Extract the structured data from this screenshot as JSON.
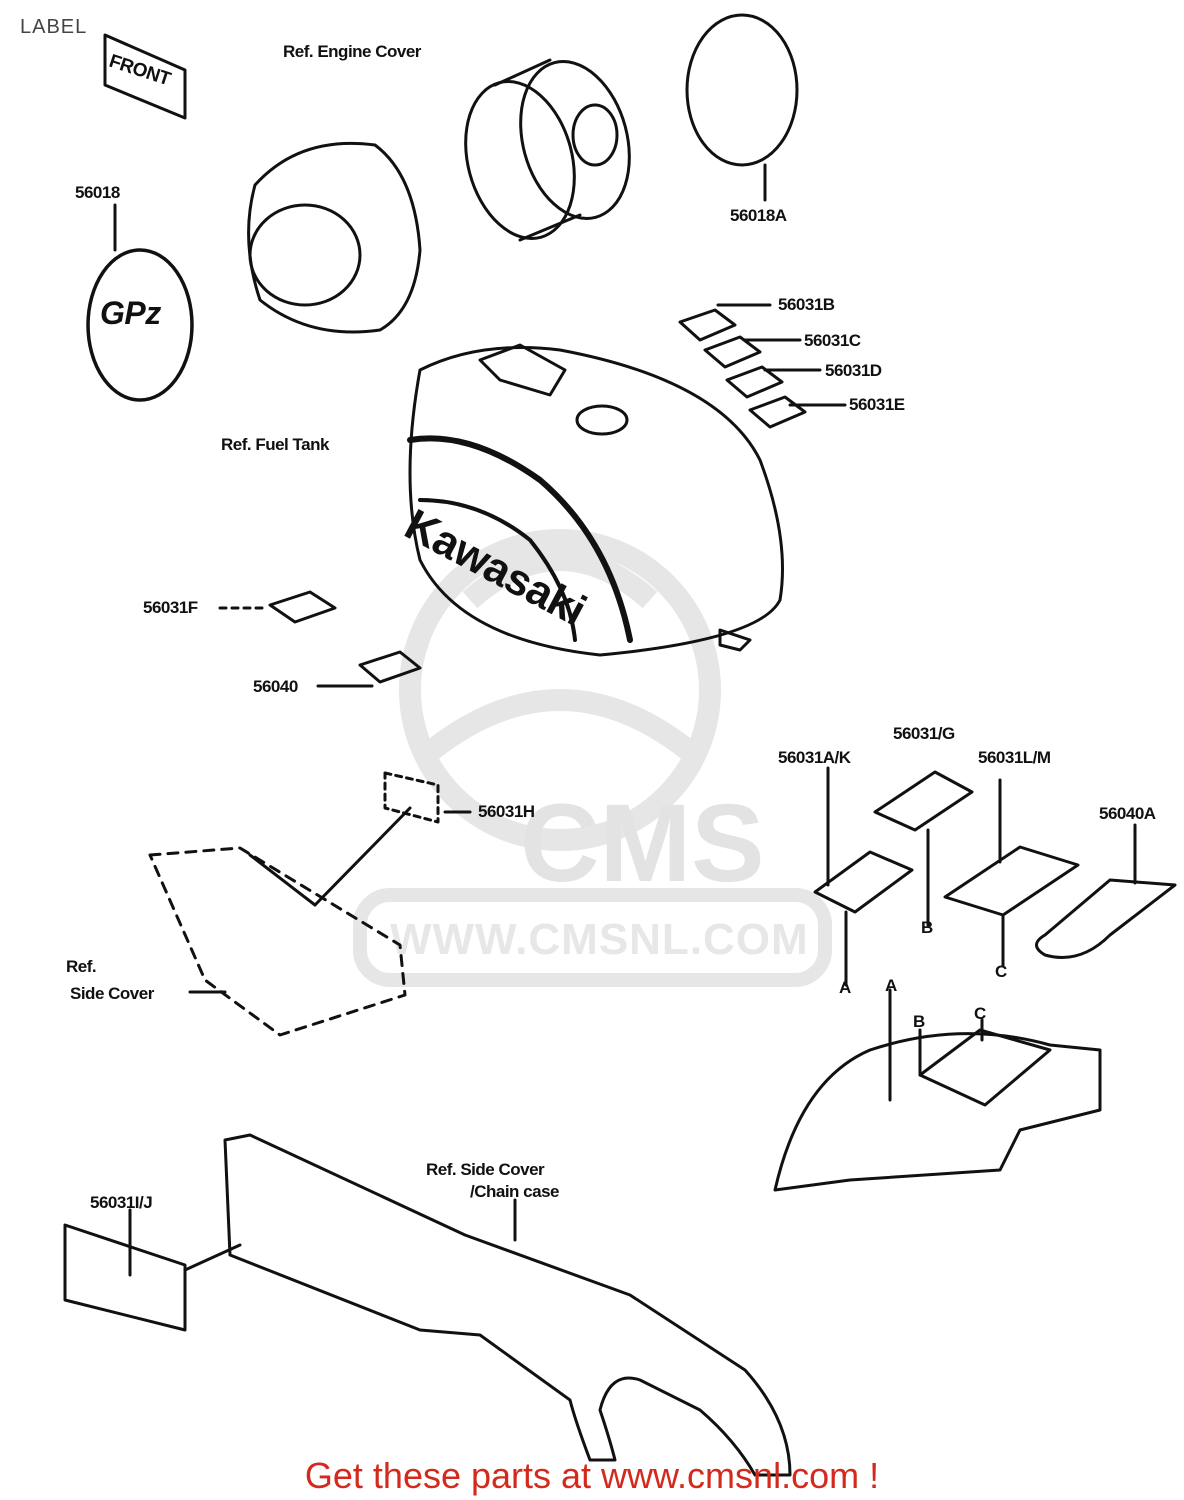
{
  "header": {
    "title": "LABEL"
  },
  "footer": {
    "text": "Get these parts at www.cmsnl.com !"
  },
  "watermark": {
    "logo": "CMS",
    "url": "WWW.CMSNL.COM"
  },
  "stamp": {
    "front": "FRONT",
    "gpz": "GPz",
    "kawasaki": "Kawasaki"
  },
  "callouts": {
    "ref_engine_cover": "Ref. Engine Cover",
    "p56018": "56018",
    "p56018A": "56018A",
    "p56031B": "56031B",
    "p56031C": "56031C",
    "p56031D": "56031D",
    "p56031E": "56031E",
    "ref_fuel_tank": "Ref. Fuel Tank",
    "p56031F": "56031F",
    "p56040": "56040",
    "p56031G": "56031/G",
    "p56031AK": "56031A/K",
    "p56031LM": "56031L/M",
    "p56040A": "56040A",
    "p56031H": "56031H",
    "ref_side_cover_a": "Ref.",
    "ref_side_cover_b": "Side Cover",
    "mark_a1": "A",
    "mark_b1": "B",
    "mark_c1": "C",
    "mark_a2": "A",
    "mark_b2": "B",
    "mark_c2": "C",
    "ref_side_cover_chain_a": "Ref. Side Cover",
    "ref_side_cover_chain_b": "/Chain case",
    "p56031IJ": "56031I/J"
  },
  "colors": {
    "ink": "#111111",
    "footer": "#d42a1e",
    "watermark": "#e5e5e5"
  }
}
